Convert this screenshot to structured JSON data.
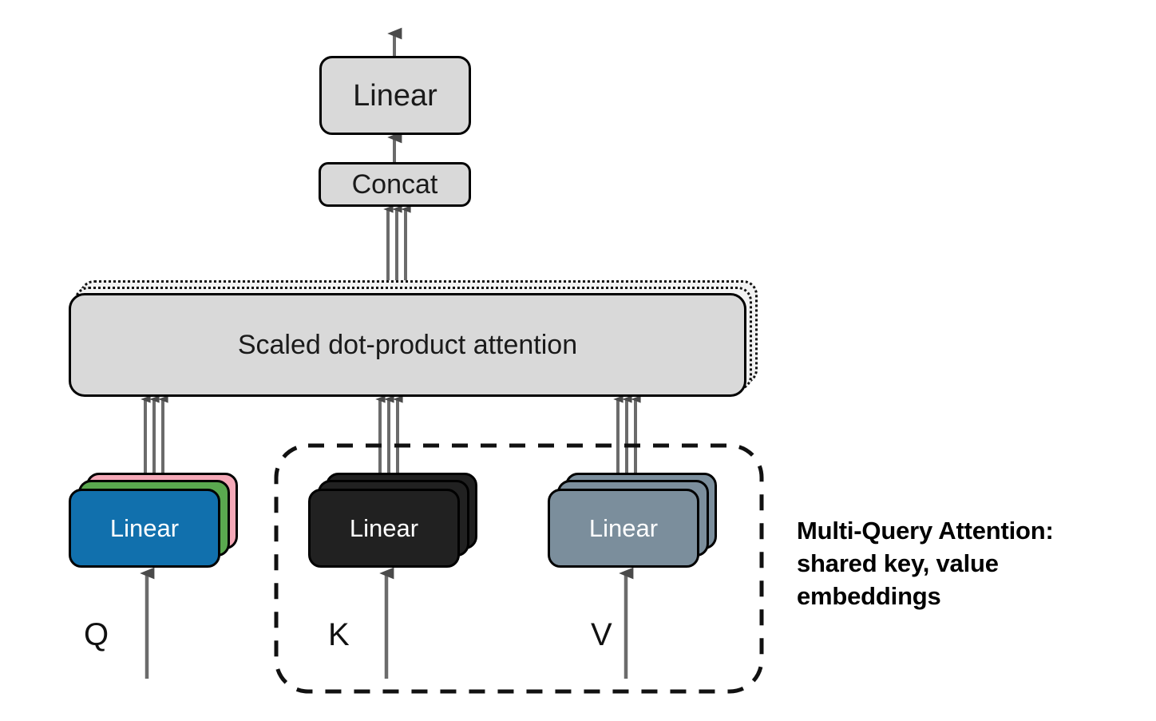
{
  "diagram": {
    "title_caption": {
      "line1": "Multi-Query Attention:",
      "line2": "shared key, value",
      "line3": "embeddings"
    },
    "nodes": {
      "output_linear": "Linear",
      "concat": "Concat",
      "attention": "Scaled dot-product attention",
      "q_linear": "Linear",
      "k_linear": "Linear",
      "v_linear": "Linear"
    },
    "inputs": {
      "query": "Q",
      "key": "K",
      "value": "V"
    },
    "colors": {
      "gray_fill": "#d9d9d9",
      "query_front": "#1170ad",
      "query_mid": "#5aa84f",
      "query_back": "#f5a9b8",
      "key_fill": "#212121",
      "value_fill": "#7b8e9c",
      "stroke": "#000000",
      "arrow": "#6b6b6b",
      "arrow_head": "#4a4a4a",
      "ghost_fill": "#f2f2f2"
    },
    "structure": {
      "query_head_count": 3,
      "key_stack_count": 3,
      "value_stack_count": 3,
      "attention_stack_count": 3,
      "shared_group_members": [
        "K",
        "V"
      ]
    }
  }
}
